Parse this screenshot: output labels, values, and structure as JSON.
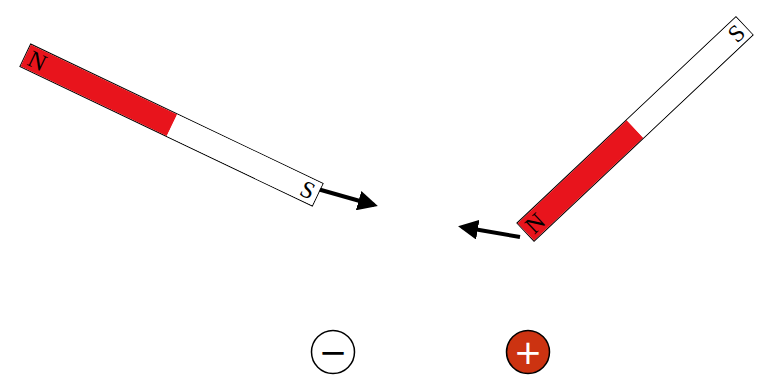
{
  "diagram": {
    "nodes": [
      {
        "text": [
          "N",
          "S"
        ]
      },
      {
        "text": [
          "N",
          "S"
        ]
      },
      {
        "text": [
          "−"
        ]
      },
      {
        "text": [
          "+"
        ]
      }
    ]
  }
}
